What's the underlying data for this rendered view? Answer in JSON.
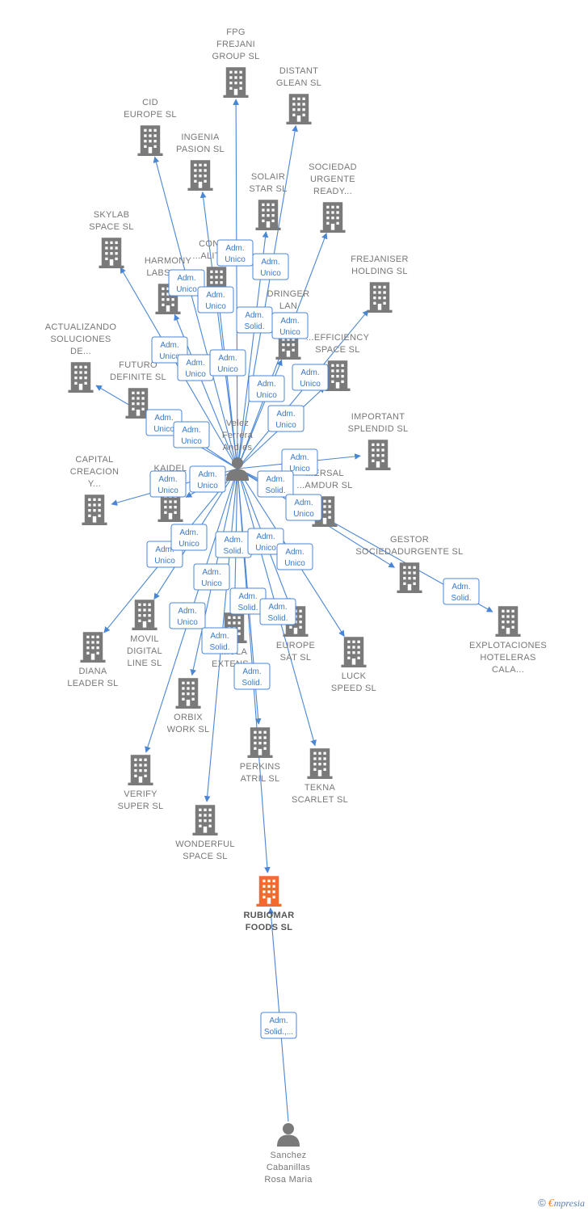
{
  "colors": {
    "company": "#7a7a7a",
    "target": "#f26a2e",
    "person": "#7a7a7a",
    "edge": "#4a86d6"
  },
  "people": [
    {
      "id": "velez",
      "lines": [
        "Velez",
        "Ferrera",
        "Andres"
      ]
    },
    {
      "id": "sanchez",
      "lines": [
        "Sanchez",
        "Cabanillas",
        "Rosa Maria"
      ]
    }
  ],
  "companies": [
    {
      "id": "rubiomar",
      "lines": [
        "RUBIOMAR",
        "FOODS  SL"
      ],
      "target": true
    },
    {
      "id": "fpg",
      "lines": [
        "FPG",
        "FREJANI",
        "GROUP  SL"
      ]
    },
    {
      "id": "distant",
      "lines": [
        "DISTANT",
        "GLEAN  SL"
      ]
    },
    {
      "id": "cid",
      "lines": [
        "CID",
        "EUROPE  SL"
      ]
    },
    {
      "id": "ingenia",
      "lines": [
        "INGENIA",
        "PASION  SL"
      ]
    },
    {
      "id": "solair",
      "lines": [
        "SOLAIR",
        "STAR  SL"
      ]
    },
    {
      "id": "sociedad",
      "lines": [
        "SOCIEDAD",
        "URGENTE",
        "READY..."
      ]
    },
    {
      "id": "skylab",
      "lines": [
        "SKYLAB",
        "SPACE  SL"
      ]
    },
    {
      "id": "harmony",
      "lines": [
        "HARMONY",
        "LABSTA..."
      ]
    },
    {
      "id": "conn",
      "lines": [
        "CONN...",
        "...ALITY  SL"
      ]
    },
    {
      "id": "dringer",
      "lines": [
        "DRINGER",
        "LAN",
        "...SL"
      ]
    },
    {
      "id": "frejaniser",
      "lines": [
        "FREJANISER",
        "HOLDING  SL"
      ]
    },
    {
      "id": "actualizando",
      "lines": [
        "ACTUALIZANDO",
        "SOLUCIONES",
        "DE..."
      ]
    },
    {
      "id": "efficiency",
      "lines": [
        "...EFFICIENCY",
        "SPACE  SL"
      ]
    },
    {
      "id": "futuro",
      "lines": [
        "FUTURO",
        "DEFINITE  SL"
      ]
    },
    {
      "id": "important",
      "lines": [
        "IMPORTANT",
        "SPLENDID  SL"
      ]
    },
    {
      "id": "capital",
      "lines": [
        "CAPITAL",
        "CREACION",
        "Y..."
      ]
    },
    {
      "id": "kaidel",
      "lines": [
        "KAIDEL",
        "MA..."
      ]
    },
    {
      "id": "universal",
      "lines": [
        "...ERSAL",
        "...AMDUR  SL"
      ]
    },
    {
      "id": "gestor",
      "lines": [
        "GESTOR",
        "SOCIEDADURGENTE  SL"
      ]
    },
    {
      "id": "explotaciones",
      "lines": [
        "EXPLOTACIONES",
        "HOTELERAS",
        "CALA..."
      ]
    },
    {
      "id": "diana",
      "lines": [
        "DIANA",
        "LEADER  SL"
      ]
    },
    {
      "id": "movil",
      "lines": [
        "MOVIL",
        "DIGITAL",
        "LINE  SL"
      ]
    },
    {
      "id": "formula",
      "lines": [
        "...ULA",
        "EXTENS..."
      ]
    },
    {
      "id": "europe",
      "lines": [
        "EUROPE",
        "SAT  SL"
      ]
    },
    {
      "id": "luck",
      "lines": [
        "LUCK",
        "SPEED  SL"
      ]
    },
    {
      "id": "orbix",
      "lines": [
        "ORBIX",
        "WORK  SL"
      ]
    },
    {
      "id": "perkins",
      "lines": [
        "PERKINS",
        "ATRIL  SL"
      ]
    },
    {
      "id": "tekna",
      "lines": [
        "TEKNA",
        "SCARLET  SL"
      ]
    },
    {
      "id": "verify",
      "lines": [
        "VERIFY",
        "SUPER  SL"
      ]
    },
    {
      "id": "wonderful",
      "lines": [
        "WONDERFUL",
        "SPACE  SL"
      ]
    }
  ],
  "edges": [
    {
      "from": "velez",
      "to": "fpg",
      "role": [
        "Adm.",
        "Unico"
      ]
    },
    {
      "from": "velez",
      "to": "distant",
      "role": [
        "Adm.",
        "Unico"
      ]
    },
    {
      "from": "velez",
      "to": "cid",
      "role": [
        "Adm.",
        "Unico"
      ]
    },
    {
      "from": "velez",
      "to": "ingenia",
      "role": [
        "Adm.",
        "Unico"
      ]
    },
    {
      "from": "velez",
      "to": "solair",
      "role": [
        "Adm.",
        "Solid."
      ]
    },
    {
      "from": "velez",
      "to": "sociedad",
      "role": [
        "Adm.",
        "Unico"
      ]
    },
    {
      "from": "velez",
      "to": "skylab",
      "role": [
        "Adm.",
        "Unico"
      ]
    },
    {
      "from": "velez",
      "to": "harmony",
      "role": [
        "Adm.",
        "Unico"
      ]
    },
    {
      "from": "velez",
      "to": "conn",
      "role": [
        "Adm.",
        "Unico"
      ]
    },
    {
      "from": "velez",
      "to": "dringer",
      "role": [
        "Adm.",
        "Unico"
      ]
    },
    {
      "from": "velez",
      "to": "frejaniser",
      "role": [
        "Adm.",
        "Unico"
      ]
    },
    {
      "from": "velez",
      "to": "actualizando",
      "role": [
        "Adm.",
        "Unico"
      ]
    },
    {
      "from": "velez",
      "to": "efficiency",
      "role": [
        "Adm.",
        "Unico"
      ]
    },
    {
      "from": "velez",
      "to": "futuro",
      "role": [
        "Adm.",
        "Unico"
      ]
    },
    {
      "from": "velez",
      "to": "important",
      "role": [
        "Adm.",
        "Unico"
      ]
    },
    {
      "from": "velez",
      "to": "capital",
      "role": [
        "Adm.",
        "Unico"
      ]
    },
    {
      "from": "velez",
      "to": "kaidel",
      "role": [
        "Adm.",
        "Unico"
      ]
    },
    {
      "from": "velez",
      "to": "universal",
      "role": [
        "Adm.",
        "Solid."
      ]
    },
    {
      "from": "velez",
      "to": "gestor",
      "role": [
        "Adm.",
        "Unico"
      ]
    },
    {
      "from": "velez",
      "to": "diana",
      "role": [
        "Adm.",
        "Unico"
      ]
    },
    {
      "from": "velez",
      "to": "movil",
      "role": [
        "Adm.",
        "Unico"
      ]
    },
    {
      "from": "velez",
      "to": "formula",
      "role": [
        "Adm.",
        "Solid."
      ]
    },
    {
      "from": "velez",
      "to": "europe",
      "role": [
        "Adm.",
        "Unico"
      ]
    },
    {
      "from": "velez",
      "to": "luck",
      "role": [
        "Adm.",
        "Unico"
      ]
    },
    {
      "from": "velez",
      "to": "orbix",
      "role": [
        "Adm.",
        "Unico"
      ]
    },
    {
      "from": "velez",
      "to": "perkins",
      "role": [
        "Adm.",
        "Solid."
      ]
    },
    {
      "from": "velez",
      "to": "tekna",
      "role": [
        "Adm.",
        "Solid."
      ]
    },
    {
      "from": "velez",
      "to": "verify",
      "role": [
        "Adm.",
        "Unico"
      ]
    },
    {
      "from": "velez",
      "to": "wonderful",
      "role": [
        "Adm.",
        "Solid."
      ]
    },
    {
      "from": "velez",
      "to": "rubiomar",
      "role": [
        "Adm.",
        "Solid."
      ]
    },
    {
      "from": "velez",
      "to": "explotaciones",
      "role": [
        "Adm.",
        "Solid."
      ]
    },
    {
      "from": "sanchez",
      "to": "rubiomar",
      "role": [
        "Adm.",
        "Solid.,..."
      ]
    }
  ],
  "footer": {
    "copyright": "©",
    "brand_e": "€",
    "brand_rest": "mpresia"
  }
}
